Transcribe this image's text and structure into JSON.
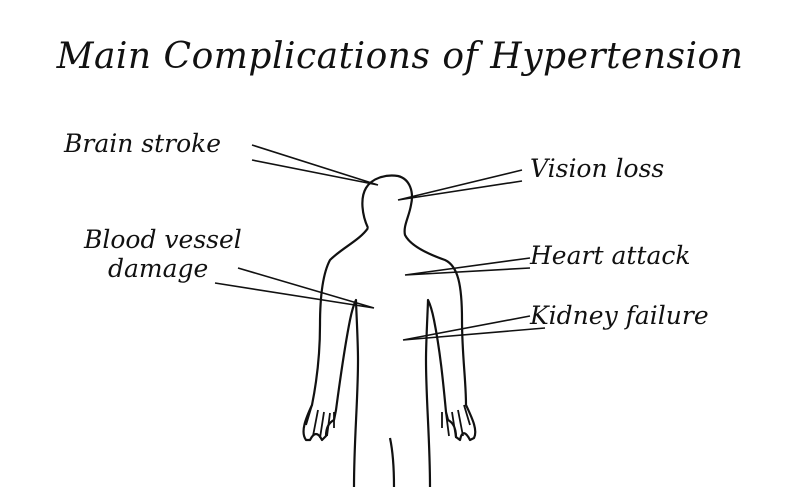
{
  "title": "Main Complications of  Hypertension",
  "labels": {
    "brain_stroke": "Brain stroke",
    "vision_loss": "Vision loss",
    "blood_vessel_line1": "Blood vessel",
    "blood_vessel_line2": "damage",
    "heart_attack": "Heart attack",
    "kidney_failure": "Kidney failure"
  },
  "colors": {
    "ink": "#111111",
    "background": "#ffffff"
  }
}
